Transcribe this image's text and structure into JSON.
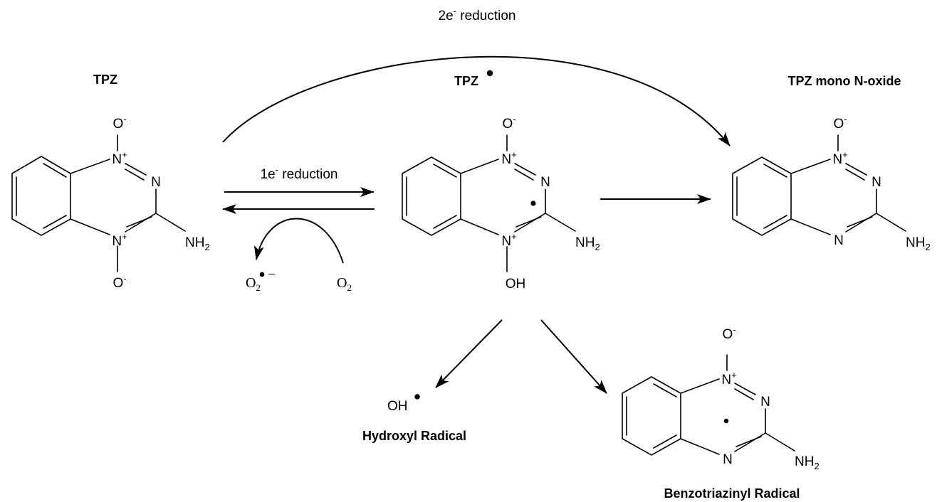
{
  "compounds": {
    "tpz": {
      "title": "TPZ",
      "n1": "N",
      "n1_charge": "+",
      "o_top": "O",
      "o_top_charge": "-",
      "n2": "N",
      "n4": "N",
      "n4_charge": "+",
      "o_bottom": "O",
      "o_bottom_charge": "-",
      "amine": "NH",
      "amine_sub": "2"
    },
    "tpz_radical": {
      "title": "TPZ",
      "n1": "N",
      "n1_charge": "+",
      "o_top": "O",
      "o_top_charge": "-",
      "n2": "N",
      "n4": "N",
      "n4_charge": "+",
      "hydroxyl": "OH",
      "amine": "NH",
      "amine_sub": "2"
    },
    "mono_n_oxide": {
      "title": "TPZ mono N-oxide",
      "n1": "N",
      "n1_charge": "+",
      "o_top": "O",
      "o_top_charge": "-",
      "n2": "N",
      "n4": "N",
      "amine": "NH",
      "amine_sub": "2"
    },
    "benzotriazinyl": {
      "title": "Benzotriazinyl Radical",
      "n1": "N",
      "n1_charge": "+",
      "o_top": "O",
      "o_top_charge": "-",
      "n2": "N",
      "n4": "N",
      "amine": "NH",
      "amine_sub": "2"
    },
    "hydroxyl_radical": {
      "formula": "OH",
      "title": "Hydroxyl Radical"
    }
  },
  "arrows": {
    "two_electron": {
      "prefix": "2e",
      "sup": "-",
      "suffix": " reduction"
    },
    "one_electron": {
      "prefix": "1e",
      "sup": "-",
      "suffix": " reduction"
    }
  },
  "oxygen": {
    "superoxide": "O",
    "superoxide_sub": "2",
    "superoxide_charge": "−",
    "dioxygen": "O",
    "dioxygen_sub": "2"
  }
}
